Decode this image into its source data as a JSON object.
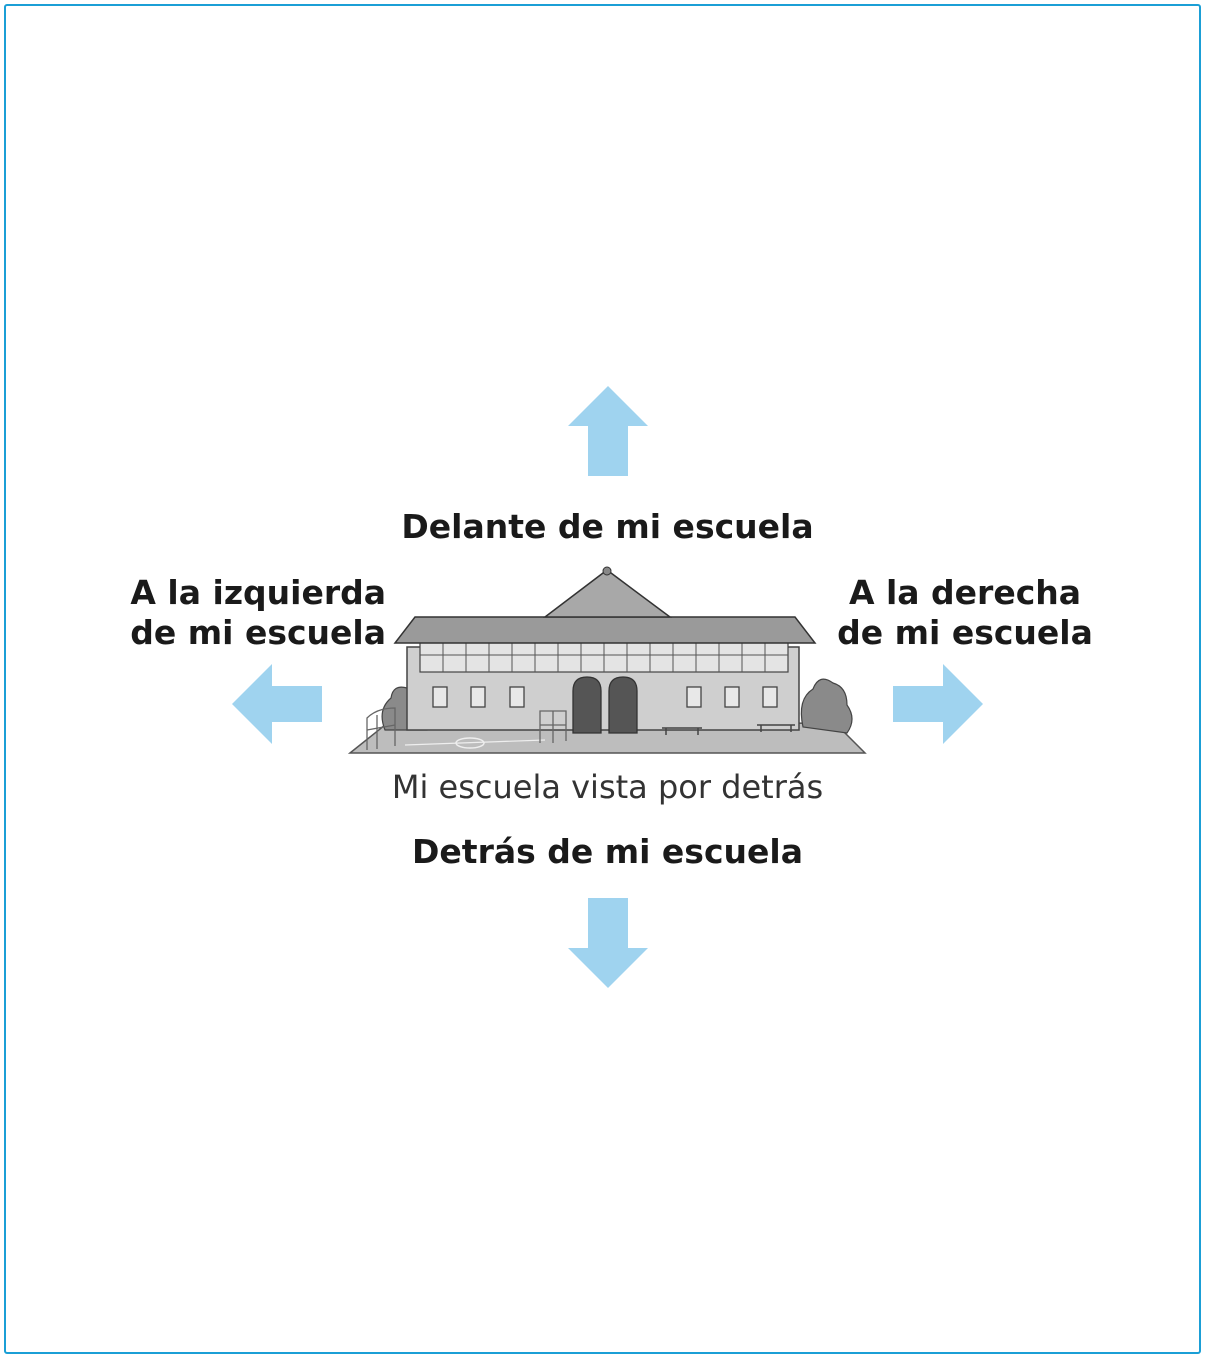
{
  "labels": {
    "front": "Delante de mi escuela",
    "left_line1": "A la izquierda",
    "left_line2": "de mi escuela",
    "right_line1": "A la derecha",
    "right_line2": "de mi escuela",
    "caption": "Mi escuela vista por detrás",
    "back": "Detrás de mi escuela"
  },
  "colors": {
    "frame": "#1b9fd6",
    "arrow": "#9fd3ef"
  },
  "icons": {
    "up": "arrow-up-icon",
    "down": "arrow-down-icon",
    "left": "arrow-left-icon",
    "right": "arrow-right-icon",
    "school": "school-building-illustration"
  }
}
